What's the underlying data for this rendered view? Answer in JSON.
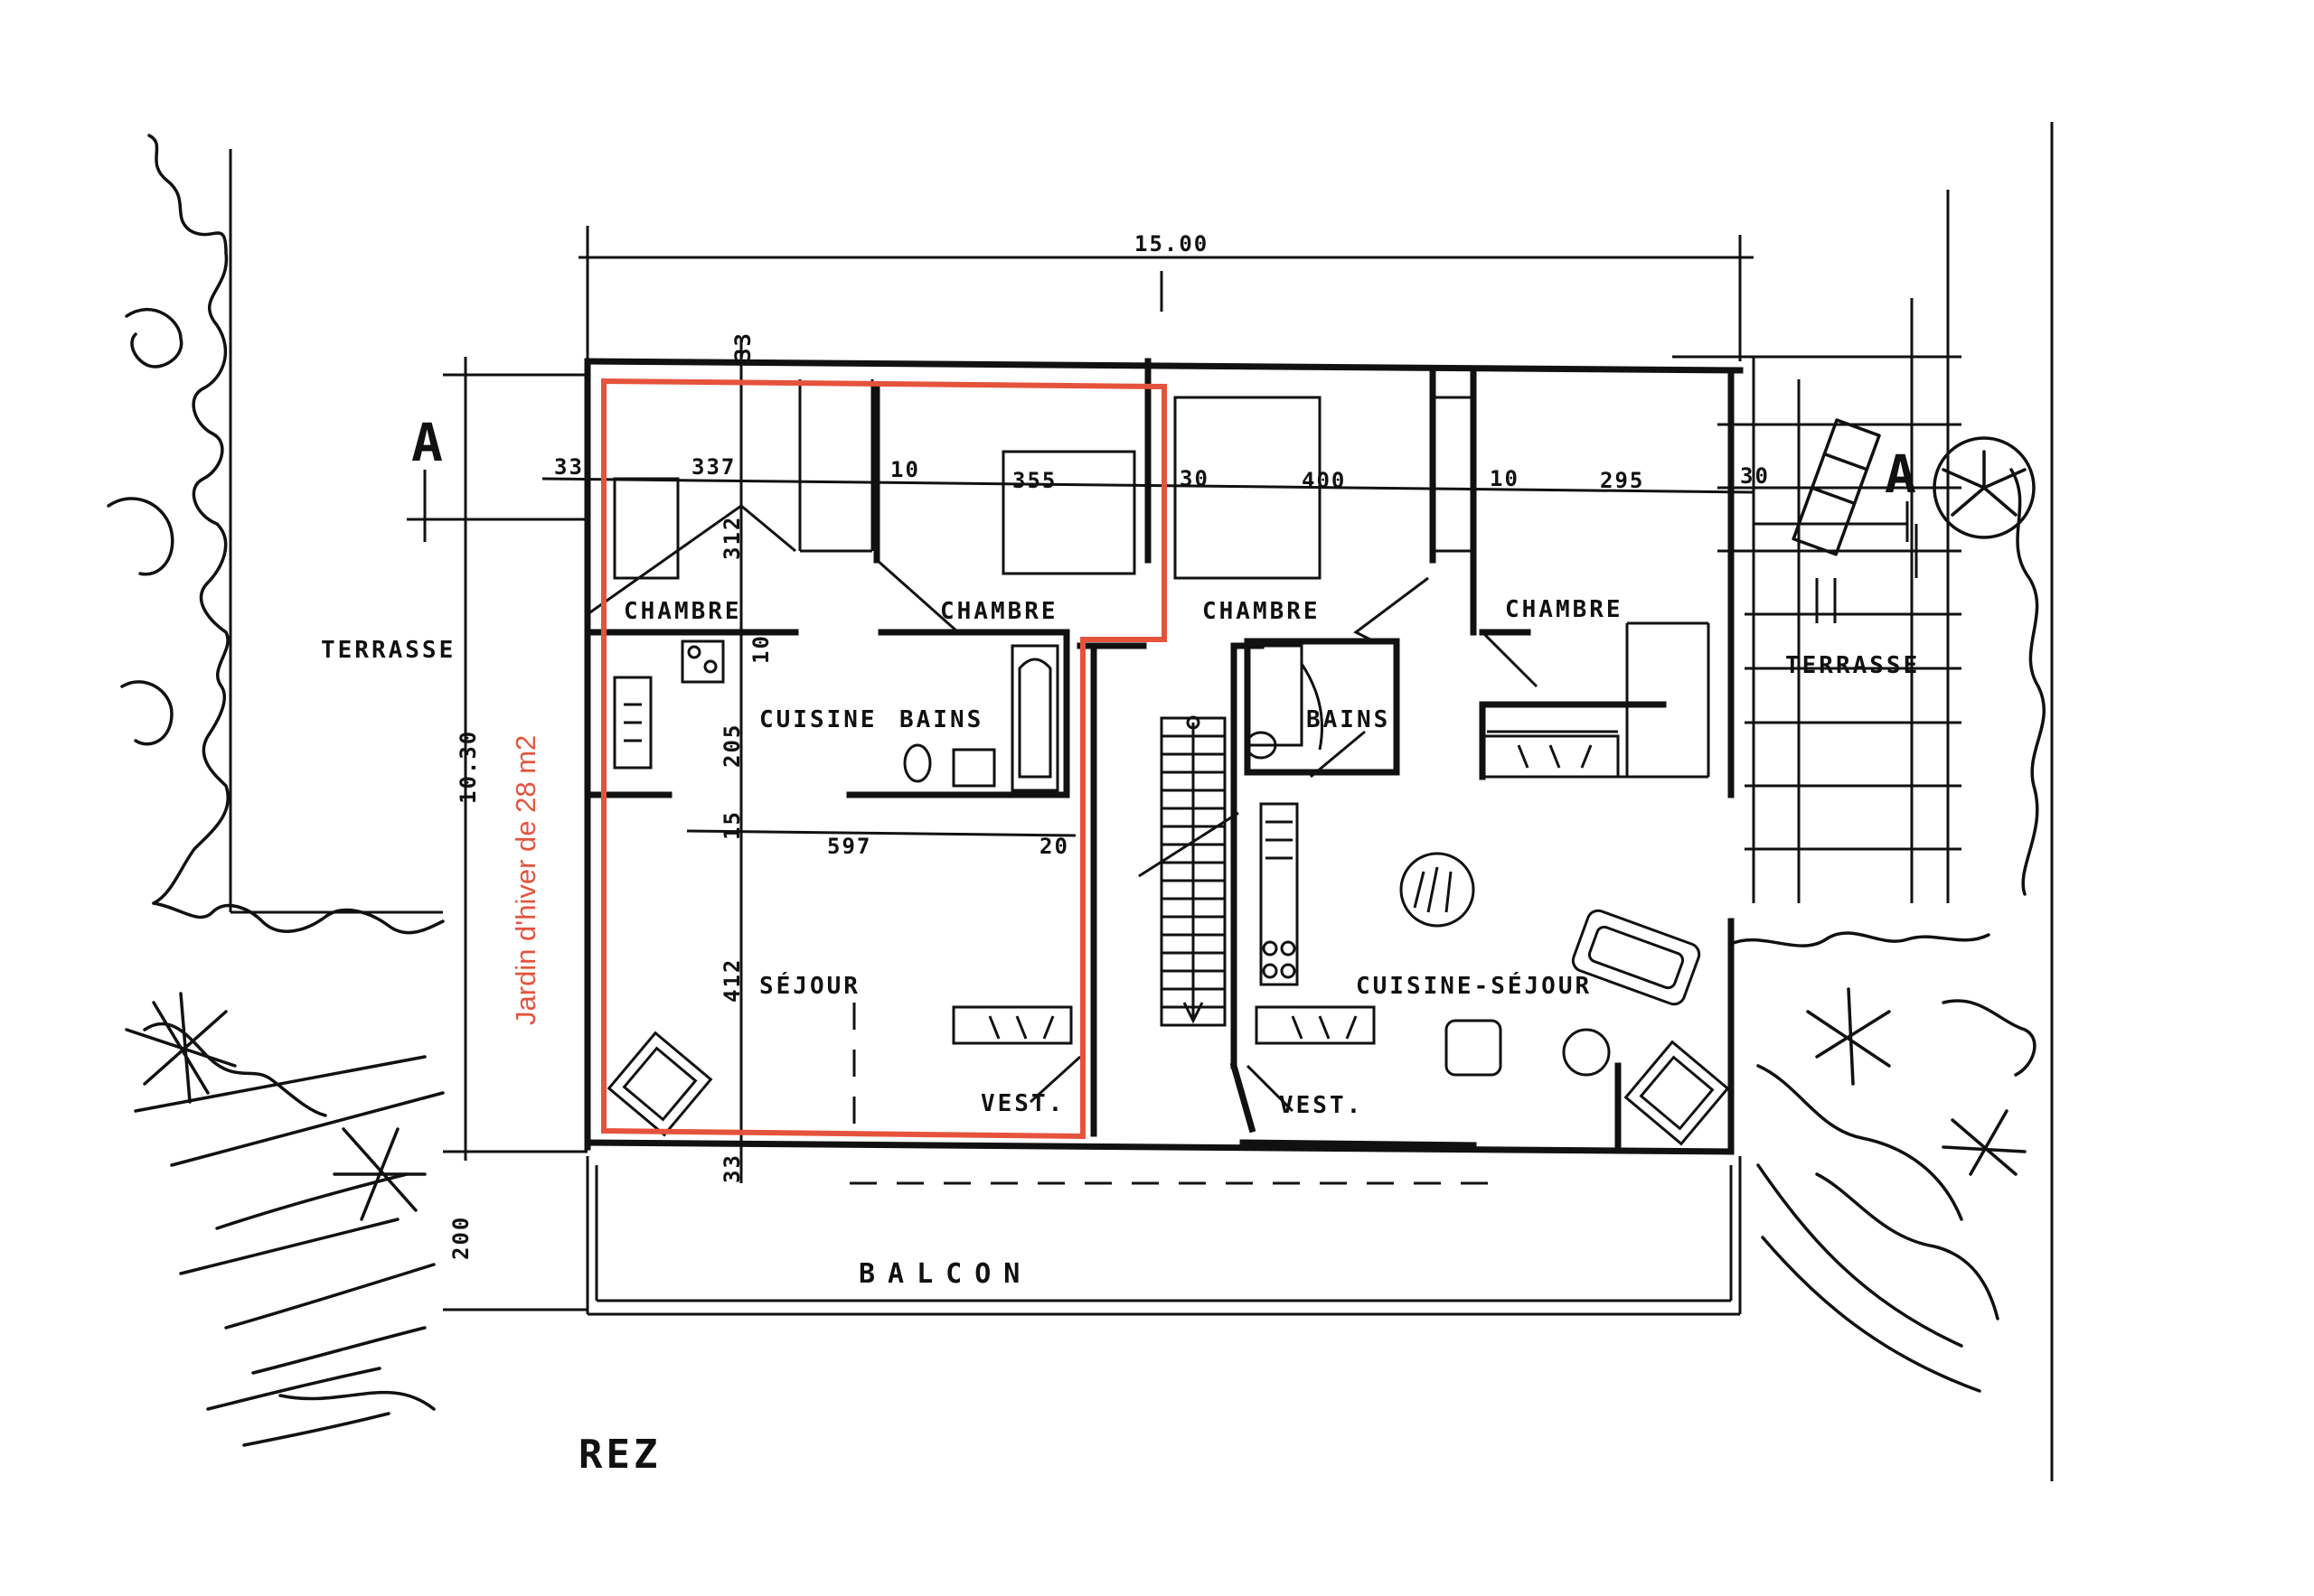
{
  "plan": {
    "overall_dim": "15.00",
    "labels": {
      "chambre": "CHAMBRE",
      "cuisine": "CUISINE",
      "bains": "BAINS",
      "sejour": "SÉJOUR",
      "cuisine_sejour": "CUISINE-SÉJOUR",
      "vest": "VEST.",
      "terrasse": "TERRASSE",
      "balcon": "BALCON",
      "rez": "REZ",
      "section_mark": "A"
    },
    "dims": {
      "d33a": "33",
      "d337": "337",
      "d10a": "10",
      "d355": "355",
      "d30a": "30",
      "d400": "400",
      "d10b": "10",
      "d295": "295",
      "d30b": "30",
      "d33v": "33",
      "d312": "312",
      "d205": "205",
      "d15": "15",
      "d412": "412",
      "d33v2": "33",
      "d597": "597",
      "d20": "20",
      "d1030": "10.30",
      "d200": "200",
      "d10c": "10"
    },
    "annotation": "Jardin d'hiver de 28 m2",
    "highlight_color": "#e5533d"
  }
}
